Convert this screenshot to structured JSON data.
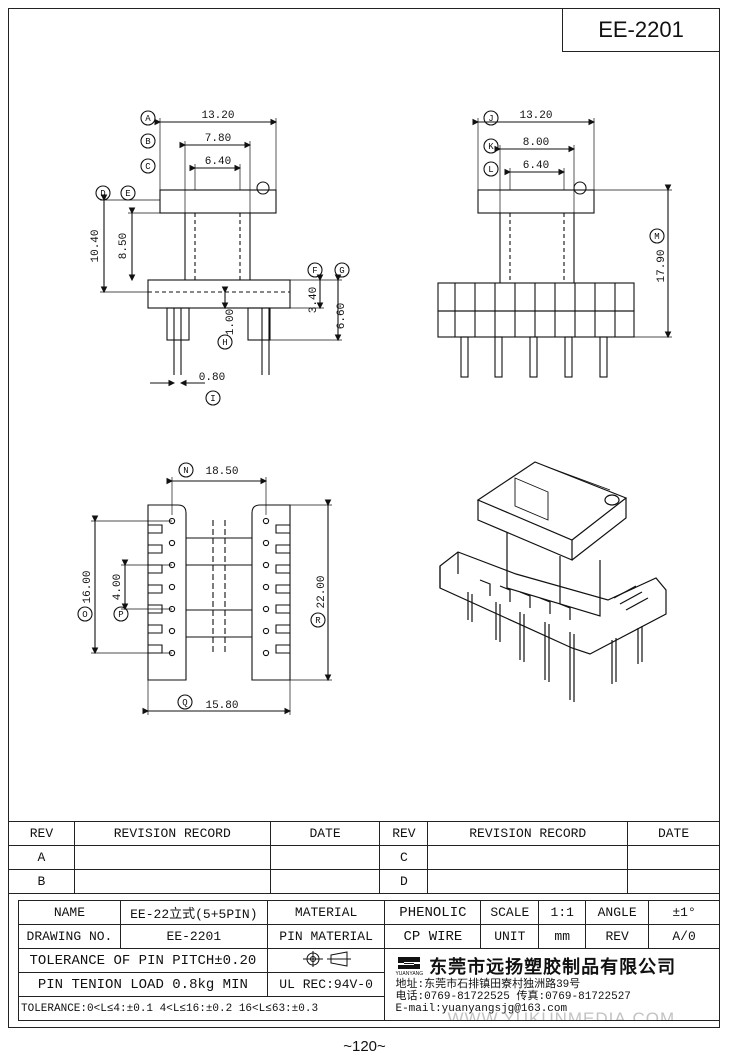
{
  "doc_title": "EE-2201",
  "page_number": "~120~",
  "front_view": {
    "dims": [
      "13.20",
      "7.80",
      "6.40",
      "10.40",
      "8.50",
      "1.00",
      "0.80",
      "3.40",
      "6.60"
    ],
    "callouts": [
      "A",
      "B",
      "C",
      "D",
      "E",
      "F",
      "G",
      "H",
      "I"
    ]
  },
  "side_view": {
    "dims": [
      "13.20",
      "8.00",
      "6.40",
      "17.90"
    ],
    "callouts": [
      "J",
      "K",
      "L",
      "M"
    ]
  },
  "bottom_view": {
    "dims": [
      "18.50",
      "16.00",
      "4.00",
      "22.00",
      "15.80"
    ],
    "callouts": [
      "N",
      "O",
      "P",
      "R",
      "Q"
    ]
  },
  "revision_table": {
    "headers": [
      "REV",
      "REVISION RECORD",
      "DATE",
      "REV",
      "REVISION RECORD",
      "DATE"
    ],
    "rows": [
      [
        "A",
        "",
        "",
        "C",
        "",
        ""
      ],
      [
        "B",
        "",
        "",
        "D",
        "",
        ""
      ]
    ]
  },
  "title_block": {
    "name_label": "NAME",
    "name_value": "EE-22立式(5+5PIN)",
    "material_label": "MATERIAL",
    "material_value": "PHENOLIC",
    "scale_label": "SCALE",
    "scale_value": "1:1",
    "angle_label": "ANGLE",
    "angle_value": "±1°",
    "drawing_no_label": "DRAWING NO.",
    "drawing_no_value": "EE-2201",
    "pin_material_label": "PIN MATERIAL",
    "pin_material_value": "CP WIRE",
    "unit_label": "UNIT",
    "unit_value": "mm",
    "rev_label": "REV",
    "rev_value": "A/0",
    "pitch_tolerance": "TOLERANCE OF PIN PITCH±0.20",
    "tension_load": "PIN TENION LOAD 0.8kg MIN",
    "ul_rec": "UL REC:94V-0",
    "tolerance_line": "TOLERANCE:0<L≤4:±0.1  4<L≤16:±0.2   16<L≤63:±0.3",
    "company_name": "东莞市远扬塑胶制品有限公司",
    "logo_caption": "YUANYANG",
    "address": "地址:东莞市石排镇田寮村独洲路39号",
    "phone": "电话:0769-81722525    传真:0769-81722527",
    "email": "E-mail:yuanyangsjg@163.com",
    "watermark": "WWW.YUKUNMEDIA.COM"
  }
}
